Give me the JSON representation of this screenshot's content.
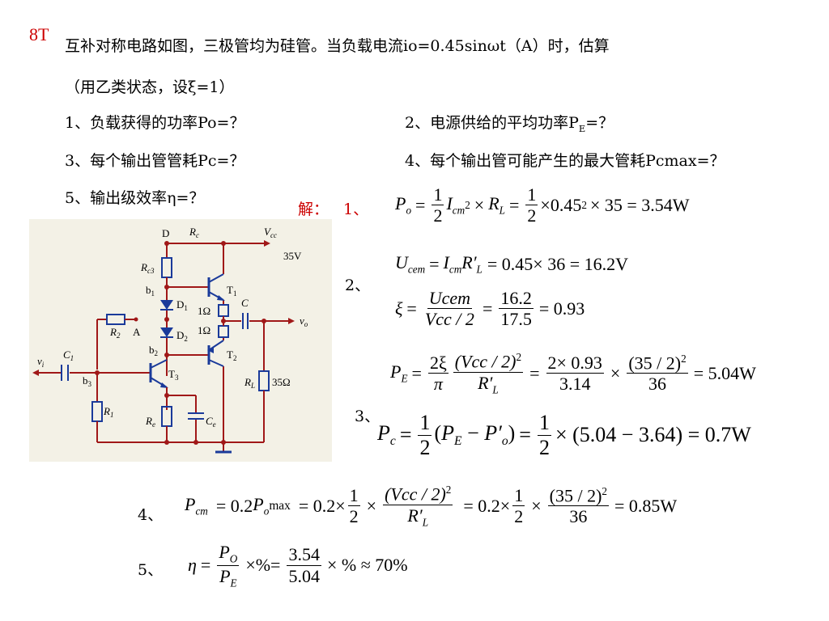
{
  "slide": {
    "number": "8T"
  },
  "problem": {
    "line1": "互补对称电路如图，三极管均为硅管。当负载电流io=0.45sinωt（A）时，估算",
    "line2": "（用乙类状态，设ξ=1）",
    "q1": "1、负载获得的功率Po=？",
    "q2_prefix": "2、电源供给的平均功率P",
    "q2_sub": "E",
    "q2_suffix": "=？",
    "q3": "3、每个输出管管耗Pc=？",
    "q4": "4、每个输出管可能产生的最大管耗Pcmax=？",
    "q5": "5、输出级效率η=？"
  },
  "solution": {
    "label": "解：",
    "s1": "1、",
    "s2": "2、",
    "s3": "3、",
    "s4": "4、",
    "s5": "5、",
    "eq1": {
      "one": "1",
      "two": "2",
      "rhs": "×0.45",
      "exp": "2",
      "tail": "× 35 = 3.54W"
    },
    "eq2": {
      "rhs": "= 0.45× 36 = 16.2V"
    },
    "eq3": {
      "num1": "Ucem",
      "den1": "Vcc / 2",
      "num2": "16.2",
      "den2": "17.5",
      "res": "= 0.93"
    },
    "eq4": {
      "num1": "2ξ",
      "den1": "π",
      "num2": "(Vcc / 2)",
      "exp": "2",
      "num3": "2× 0.93",
      "den3": "3.14",
      "num4": "(35 / 2)",
      "den4": "36",
      "res": "= 5.04W"
    },
    "eq5": {
      "one": "1",
      "two": "2",
      "res": "× (5.04 − 3.64) = 0.7W"
    },
    "eq6": {
      "lhs": "= 0.2",
      "mid": "= 0.2×",
      "one": "1",
      "two": "2",
      "num1": "(Vcc / 2)",
      "exp": "2",
      "mid2": "= 0.2×",
      "num2": "(35 / 2)",
      "den2": "36",
      "res": "= 0.85W"
    },
    "eq7": {
      "num1": "3.54",
      "den1": "5.04",
      "res": "× % ≈ 70%"
    }
  },
  "circuit": {
    "labels": {
      "D": "D",
      "Rc": "R",
      "Rc_sub": "c",
      "Vcc": "V",
      "Vcc_sub": "cc",
      "v35": "35V",
      "Rc3": "R",
      "Rc3_sub": "c3",
      "b1": "b",
      "b1_sub": "1",
      "T1": "T",
      "T1_sub": "1",
      "D1": "D",
      "D1_sub": "1",
      "r1": "1Ω",
      "r2": "1Ω",
      "C": "C",
      "vo": "v",
      "vo_sub": "o",
      "R2": "R",
      "R2_sub": "2",
      "A": "A",
      "D2": "D",
      "D2_sub": "2",
      "b2": "b",
      "b2_sub": "2",
      "T2": "T",
      "T2_sub": "2",
      "C1": "C",
      "C1_sub": "1",
      "vi": "v",
      "vi_sub": "i",
      "b3": "b",
      "b3_sub": "3",
      "T3": "T",
      "T3_sub": "3",
      "RL": "R",
      "RL_sub": "L",
      "r35": "35Ω",
      "R1": "R",
      "R1_sub": "1",
      "Re": "R",
      "Re_sub": "e",
      "Ce": "C",
      "Ce_sub": "e"
    }
  }
}
